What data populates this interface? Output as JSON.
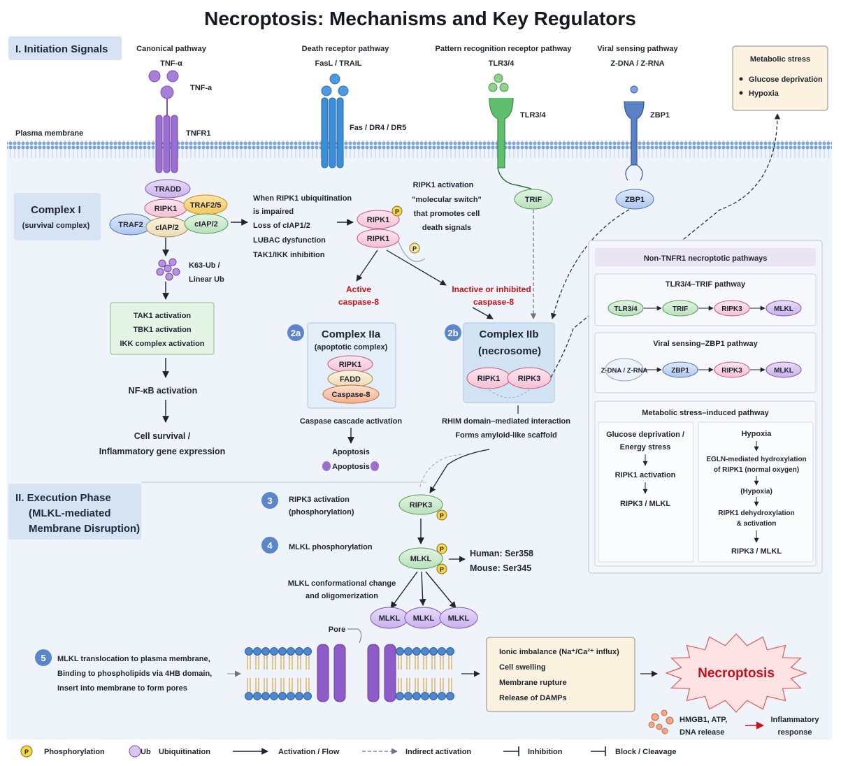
{
  "title": "Necroptosis: Mechanisms and Key Regulators",
  "sections": {
    "initiation": "I.  Initiation Signals",
    "execution": [
      "II.  Execution Phase",
      "(MLKL-mediated",
      "Membrane Disruption)"
    ]
  },
  "pathways": {
    "canonical": {
      "heading": "Canonical pathway",
      "ligand": "TNF-α",
      "ligand_label": "TNF-a",
      "receptor": "TNFR1"
    },
    "death_receptor": {
      "heading": "Death receptor pathway",
      "ligand": "FasL / TRAIL",
      "receptor": "Fas / DR4 / DR5"
    },
    "prr": {
      "heading": "Pattern recognition receptor pathway",
      "ligand": "TLR3/4",
      "receptor": "TLR3/4",
      "adaptor": "TRIF"
    },
    "viral": {
      "heading": "Viral sensing pathway",
      "ligand": "Z-DNA / Z-RNA",
      "receptor": "ZBP1",
      "adaptor": "ZBP1"
    }
  },
  "metabolic_stress": {
    "title": "Metabolic stress",
    "items": [
      "Glucose deprivation",
      "Hypoxia"
    ]
  },
  "membrane_label": "Plasma membrane",
  "complex1": {
    "title": "Complex I",
    "subtitle": "(survival complex)",
    "nodes": {
      "tradd": "TRADD",
      "ripk1": "RIPK1",
      "traf25": "TRAF2/5",
      "traf2": "TRAF2",
      "ciap1": "cIAP/2",
      "ciap2": "cIAP/2"
    },
    "ubiquitin": [
      "K63-Ub /",
      "Linear Ub"
    ],
    "activations": [
      "TAK1 activation",
      "TBK1 activation",
      "IKK complex activation"
    ],
    "nfkb": "NF-κB activation",
    "survival": [
      "Cell survival /",
      "Inflammatory gene expression"
    ]
  },
  "impaired": [
    "When RIPK1 ubiquitination",
    "is impaired",
    "Loss of cIAP1/2",
    "LUBAC dysfunction",
    "TAK1/IKK inhibition"
  ],
  "switch": {
    "ripk1_a": "RIPK1",
    "ripk1_b": "RIPK1",
    "note": [
      "RIPK1 activation",
      "\"molecular switch\"",
      "that promotes cell",
      "death signals"
    ]
  },
  "active_casp8": [
    "Active",
    "caspase-8"
  ],
  "inactive_casp8": [
    "Inactive or inhibited",
    "caspase-8"
  ],
  "complex2a": {
    "badge": "2a",
    "title": "Complex IIa",
    "subtitle": "(apoptotic complex)",
    "nodes": [
      "RIPK1",
      "FADD",
      "Caspase-8"
    ],
    "cascade": "Caspase cascade activation",
    "apoptosis": "Apoptosis",
    "apoptosis_icon_label": "Apoptosis"
  },
  "complex2b": {
    "badge": "2b",
    "title": "Complex IIb",
    "subtitle": "(necrosome)",
    "nodes": [
      "RIPK1",
      "RIPK3"
    ],
    "rhim": [
      "RHIM domain–mediated interaction",
      "Forms amyloid-like scaffold"
    ]
  },
  "side_panel": {
    "title": "Non-TNFR1 necroptotic pathways",
    "trif": {
      "title": "TLR3/4–TRIF pathway",
      "nodes": [
        "TLR3/4",
        "TRIF",
        "RIPK3",
        "MLKL"
      ]
    },
    "zbp1": {
      "title": "Viral sensing–ZBP1 pathway",
      "nodes": [
        "Z-DNA / Z-RNA",
        "ZBP1",
        "RIPK3",
        "MLKL"
      ]
    },
    "metabolic": {
      "title": "Metabolic stress–induced pathway",
      "left": [
        "Glucose deprivation /",
        "Energy stress",
        "RIPK1 activation",
        "RIPK3 / MLKL"
      ],
      "right": [
        "Hypoxia",
        "EGLN-mediated hydroxylation",
        "of RIPK1 (normal oxygen)",
        "(Hypoxia)",
        "RIPK1 dehydroxylation",
        "& activation",
        "RIPK3 / MLKL"
      ]
    }
  },
  "execution": {
    "steps": [
      {
        "num": "3",
        "text": [
          "RIPK3 activation",
          "(phosphorylation)"
        ]
      },
      {
        "num": "4",
        "text": [
          "MLKL phosphorylation"
        ]
      },
      {
        "num": "5",
        "text": [
          "MLKL translocation to plasma membrane,",
          "Binding to phospholipids via 4HB domain,",
          "Insert into membrane to form pores"
        ]
      }
    ],
    "ripk3": "RIPK3",
    "mlkl": "MLKL",
    "sites": [
      "Human: Ser358",
      "Mouse: Ser345"
    ],
    "oligo": [
      "MLKL conformational change",
      "and oligomerization"
    ],
    "oligomer": [
      "MLKL",
      "MLKL",
      "MLKL"
    ],
    "pore": "Pore",
    "consequences": [
      "Ionic imbalance (Na⁺/Ca²⁺ influx)",
      "Cell swelling",
      "Membrane rupture",
      "Release of DAMPs"
    ],
    "necroptosis": "Necroptosis",
    "damps": [
      "HMGB1, ATP,",
      "DNA release"
    ],
    "inflammatory": [
      "Inflammatory",
      "response"
    ]
  },
  "legend": {
    "p": "P",
    "phosphorylation": "Phosphorylation",
    "ub": "Ub",
    "ubiquitination": "Ubiquitination",
    "activation": "Activation / Flow",
    "indirect": "Indirect activation",
    "inhibition": "Inhibition",
    "block": "Block / Cleavage"
  },
  "colors": {
    "purple": "#9b6fd0",
    "blue": "#3a8fd6",
    "green": "#4caf6a",
    "zbp1": "#4a72b8",
    "red": "#c8101a",
    "panel": "#e3eef8"
  }
}
